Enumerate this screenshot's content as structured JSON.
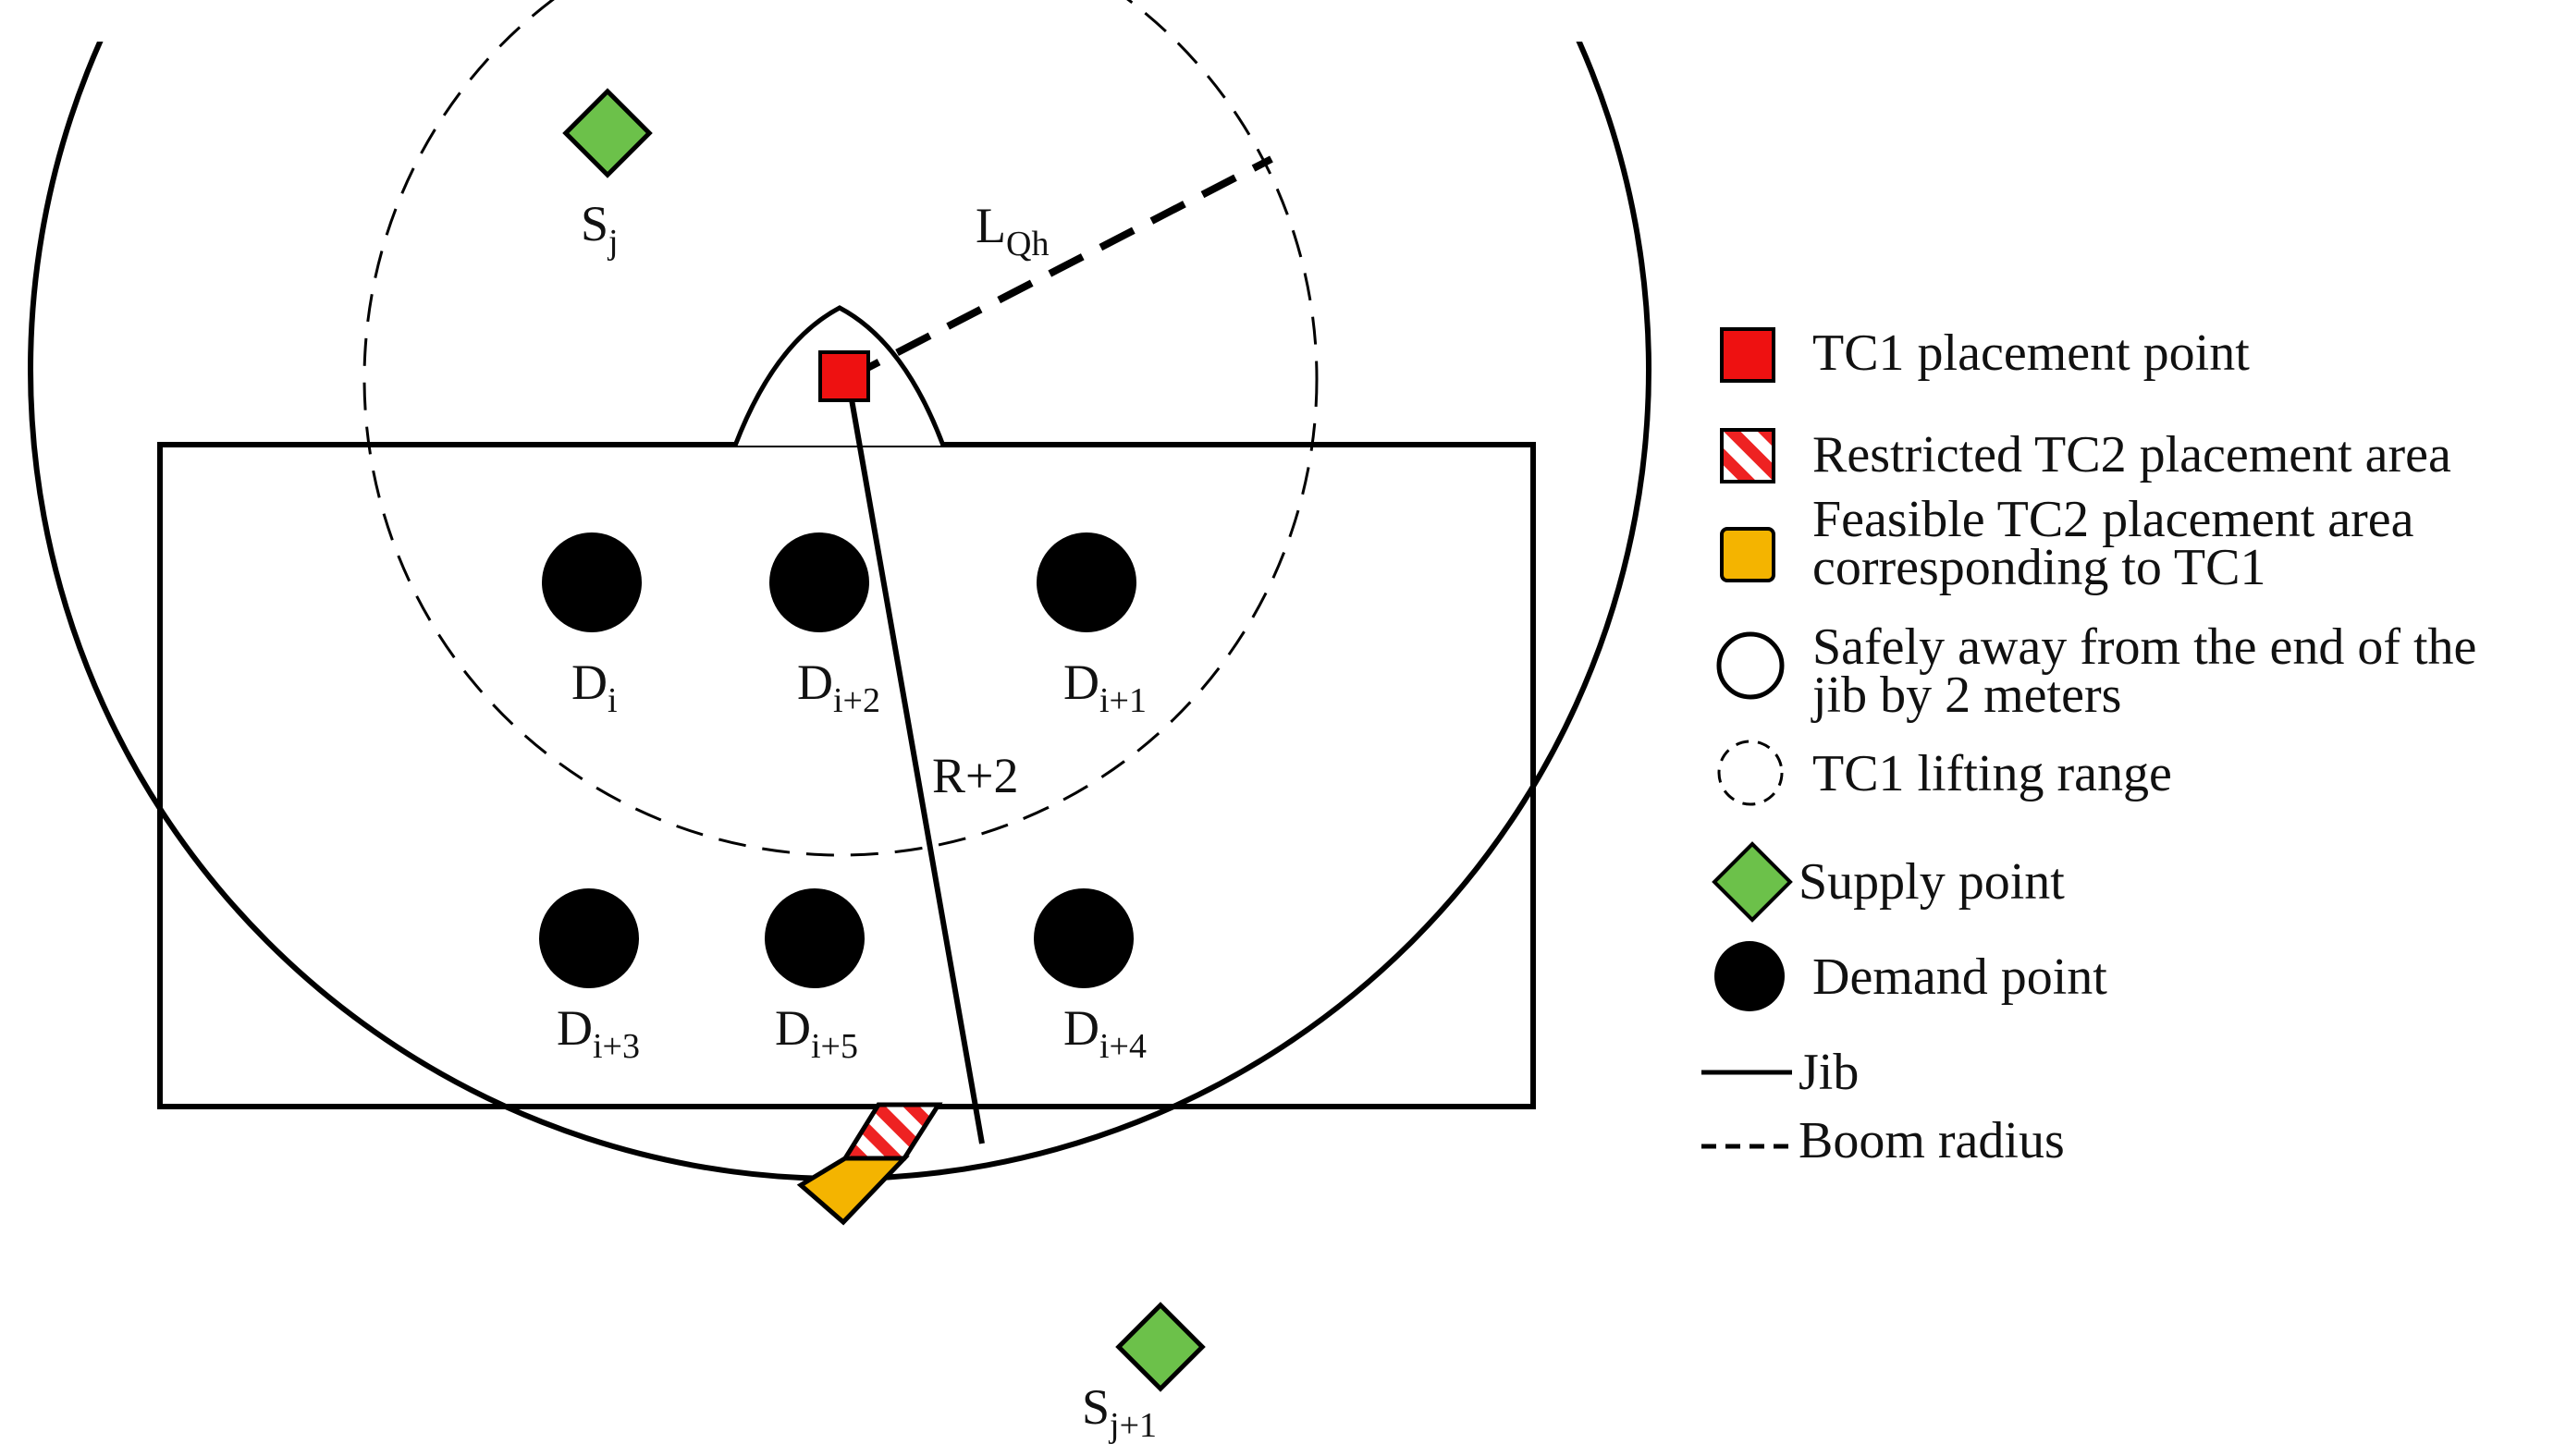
{
  "labels": {
    "supply_top": {
      "base": "S",
      "sub": "j"
    },
    "supply_bottom": {
      "base": "S",
      "sub": "j+1"
    },
    "boom_radius_label": {
      "base": "L",
      "sub": "Qh"
    },
    "jib_label": "R+2",
    "demand": [
      {
        "base": "D",
        "sub": "i"
      },
      {
        "base": "D",
        "sub": "i+2"
      },
      {
        "base": "D",
        "sub": "i+1"
      },
      {
        "base": "D",
        "sub": "i+3"
      },
      {
        "base": "D",
        "sub": "i+5"
      },
      {
        "base": "D",
        "sub": "i+4"
      }
    ]
  },
  "legend": {
    "tc1_placement": "TC1 placement point",
    "restricted_area": "Restricted TC2 placement area",
    "feasible_area_line1": "Feasible TC2 placement area",
    "feasible_area_line2": "corresponding to TC1",
    "safe_away_line1": "Safely away from the end of the",
    "safe_away_line2": "jib by 2 meters",
    "lifting_range": "TC1 lifting range",
    "supply_point": "Supply point",
    "demand_point": "Demand point",
    "jib": "Jib",
    "boom_radius": "Boom radius"
  },
  "colors": {
    "tc1_point": "#ee1111",
    "restricted_stripe": "#ee2222",
    "feasible_area": "#f4b400",
    "supply_point": "#6cc14a",
    "demand_point": "#000000",
    "line": "#000000"
  }
}
